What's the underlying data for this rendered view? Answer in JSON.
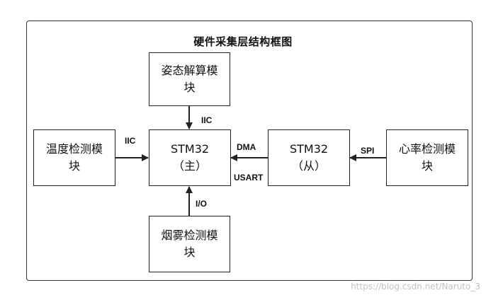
{
  "diagram": {
    "title": "硬件采集层结构框图",
    "nodes": {
      "posture": {
        "lines": [
          "姿态解算模",
          "块"
        ]
      },
      "temperature": {
        "lines": [
          "温度检测模",
          "块"
        ]
      },
      "stm32_master": {
        "lines": [
          "STM32",
          "（主）"
        ]
      },
      "stm32_slave": {
        "lines": [
          "STM32",
          "（从）"
        ]
      },
      "heart_rate": {
        "lines": [
          "心率检测模",
          "块"
        ]
      },
      "smoke": {
        "lines": [
          "烟雾检测模",
          "块"
        ]
      }
    },
    "edges": {
      "posture_to_master": {
        "label": "IIC"
      },
      "temperature_to_master": {
        "label": "IIC"
      },
      "slave_to_master_dma": {
        "label": "DMA"
      },
      "slave_to_master_usart": {
        "label": "USART"
      },
      "heart_to_slave": {
        "label": "SPI"
      },
      "smoke_to_master": {
        "label": "I/O"
      }
    }
  },
  "watermark": "https://blog.csdn.net/Naruto_3"
}
